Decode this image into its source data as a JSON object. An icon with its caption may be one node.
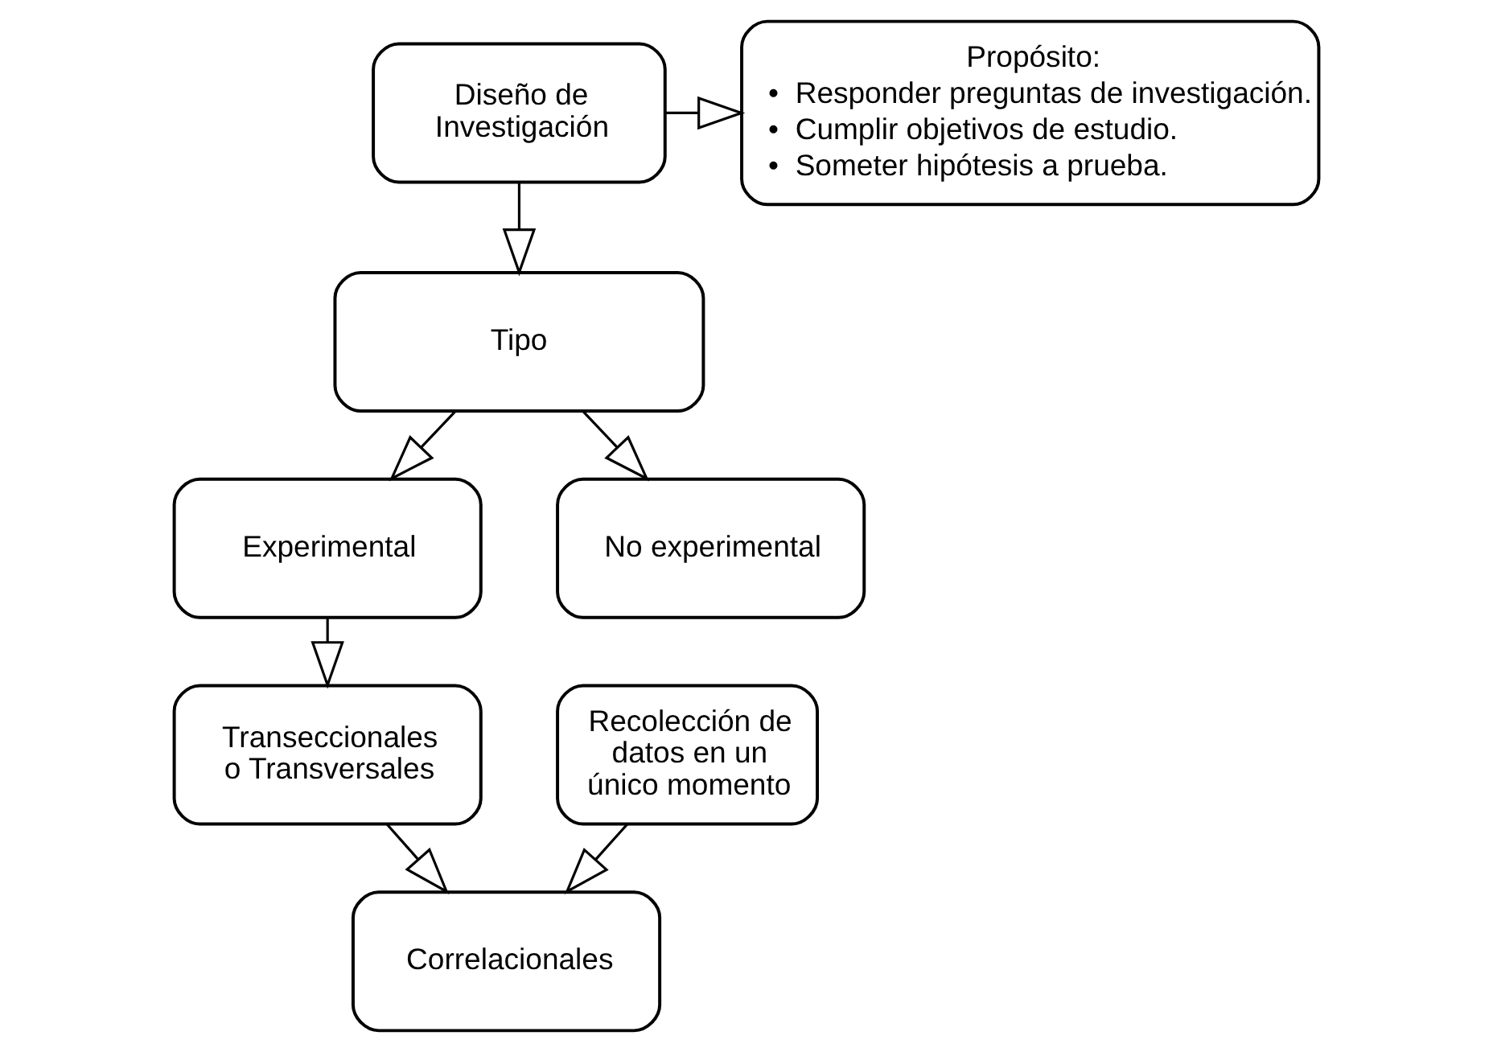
{
  "diagram": {
    "nodes": [
      {
        "text": [
          "Diseño de Investigación"
        ]
      },
      {
        "text": [
          "Propósito:",
          "•  Responder preguntas de investigación.",
          "•  Cumplir objetivos de estudio.",
          "•  Someter hipótesis a prueba."
        ]
      },
      {
        "text": [
          "Tipo"
        ]
      },
      {
        "text": [
          "Experimental"
        ]
      },
      {
        "text": [
          "No experimental"
        ]
      },
      {
        "text": [
          "Transeccionales o Transversales"
        ]
      },
      {
        "text": [
          "Recolección de datos en un único momento"
        ]
      },
      {
        "text": [
          "Correlacionales"
        ]
      }
    ],
    "edges": [
      {
        "from": 0,
        "to": 1,
        "arrow": "to"
      },
      {
        "from": 0,
        "to": 2,
        "arrow": "to"
      },
      {
        "from": 2,
        "to": 3,
        "arrow": "to"
      },
      {
        "from": 2,
        "to": 4,
        "arrow": "to"
      },
      {
        "from": 3,
        "to": 5,
        "arrow": "to"
      },
      {
        "from": 5,
        "to": 7,
        "arrow": "to"
      },
      {
        "from": 6,
        "to": 7,
        "arrow": "to"
      }
    ]
  }
}
